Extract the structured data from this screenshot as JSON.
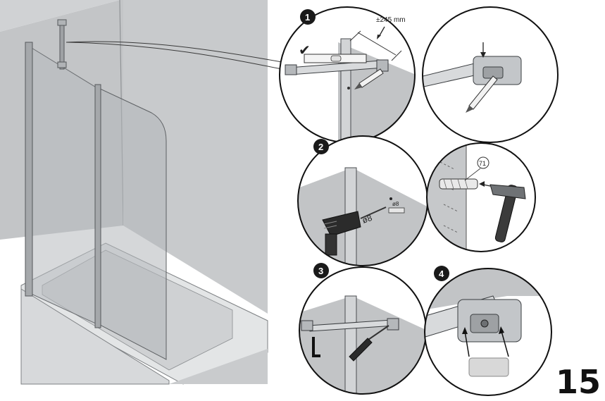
{
  "page": {
    "number": "15"
  },
  "steps": [
    {
      "id": "1",
      "badge": "1",
      "dimension": "±245 mm",
      "check_mark": "✔"
    },
    {
      "id": "2",
      "badge": "2",
      "drill_label": "ø8",
      "bit_label": "ø8",
      "callout": "71"
    },
    {
      "id": "3",
      "badge": "3"
    },
    {
      "id": "4",
      "badge": "4"
    }
  ],
  "colors": {
    "wall": "#bcbec0",
    "wall_light": "#d4d6d8",
    "metal": "#9a9ea3",
    "line": "#2b2b2b",
    "badge": "#1a1a1a",
    "ink": "#111111"
  },
  "icons": [
    "check-icon",
    "pencil-icon",
    "drill-icon",
    "hammer-icon",
    "hex-key-icon",
    "screwdriver-icon",
    "level-icon",
    "wall-plug-icon"
  ]
}
